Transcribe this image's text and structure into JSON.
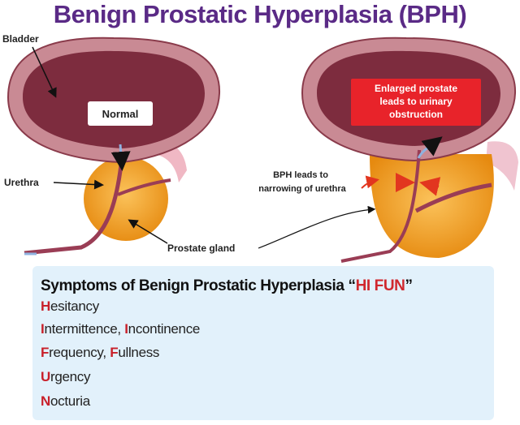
{
  "title": "Benign Prostatic Hyperplasia (BPH)",
  "labels": {
    "bladder": "Bladder",
    "urethra": "Urethra",
    "normal": "Normal",
    "prostate_gland": "Prostate gland",
    "bph_line1": "BPH leads to",
    "bph_line2": "narrowing of urethra",
    "enlarged_line1": "Enlarged prostate",
    "enlarged_line2": "leads to urinary",
    "enlarged_line3": "obstruction"
  },
  "symptoms": {
    "title_prefix": "Symptoms of Benign Prostatic Hyperplasia “",
    "title_highlight": "HI FUN",
    "title_suffix": "”",
    "items": [
      {
        "parts": [
          {
            "first": "H",
            "rest": "esitancy"
          }
        ]
      },
      {
        "parts": [
          {
            "first": "I",
            "rest": "ntermittence, "
          },
          {
            "first": "I",
            "rest": "ncontinence"
          }
        ]
      },
      {
        "parts": [
          {
            "first": "F",
            "rest": "requency, "
          },
          {
            "first": "F",
            "rest": "ullness"
          }
        ]
      },
      {
        "parts": [
          {
            "first": "U",
            "rest": "rgency"
          }
        ]
      },
      {
        "parts": [
          {
            "first": "N",
            "rest": "octuria"
          }
        ]
      }
    ]
  },
  "colors": {
    "title": "#5a2a86",
    "highlight": "#d0282e",
    "bladder_outer": "#c98a94",
    "bladder_inner": "#7d2c3e",
    "prostate": "#f5a623",
    "symptom_bg": "#e2f1fb"
  }
}
